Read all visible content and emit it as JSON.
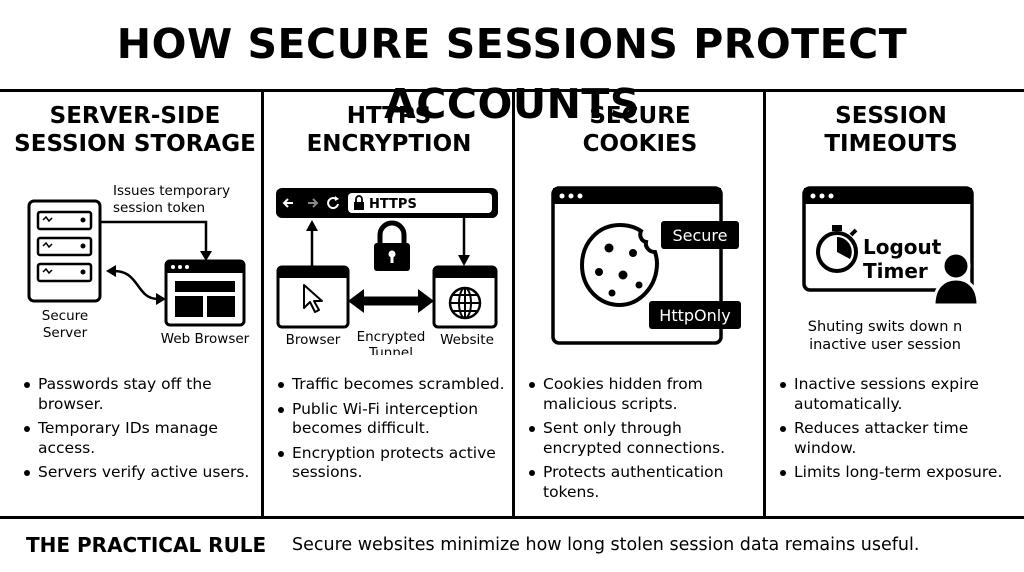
{
  "title": "HOW SECURE SESSIONS PROTECT ACCOUNTS",
  "columns": [
    {
      "title_lines": [
        "SERVER-SIDE",
        "SESSION STORAGE"
      ],
      "diagram": {
        "token_label_lines": [
          "Issues temporary",
          "session token"
        ],
        "server_label_lines": [
          "Secure",
          "Server"
        ],
        "browser_label": "Web Browser"
      },
      "bullets": [
        "Passwords stay off the browser.",
        "Temporary IDs manage access.",
        "Servers verify active users."
      ]
    },
    {
      "title_lines": [
        "HTTPS",
        "ENCRYPTION"
      ],
      "diagram": {
        "url_text": "HTTPS",
        "browser_label": "Browser",
        "tunnel_label_lines": [
          "Encrypted",
          "Tunnel"
        ],
        "website_label": "Website"
      },
      "bullets": [
        "Traffic becomes scrambled.",
        "Public Wi-Fi interception becomes difficult.",
        "Encryption protects active sessions."
      ]
    },
    {
      "title_lines": [
        "SECURE",
        "COOKIES"
      ],
      "diagram": {
        "badge_secure": "Secure",
        "badge_httponly": "HttpOnly"
      },
      "bullets": [
        "Cookies hidden from malicious scripts.",
        "Sent only through encrypted connections.",
        "Protects authentication tokens."
      ]
    },
    {
      "title_lines": [
        "SESSION",
        "TIMEOUTS"
      ],
      "diagram": {
        "timer_label_lines": [
          "Logout",
          "Timer"
        ],
        "caption_lines": [
          "Shuting swits down n",
          "inactive user session"
        ]
      },
      "bullets": [
        "Inactive sessions expire automatically.",
        "Reduces attacker time window.",
        "Limits long-term exposure."
      ]
    }
  ],
  "footer": {
    "label": "THE PRACTICAL RULE",
    "text": "Secure websites minimize how long stolen session data remains useful."
  }
}
